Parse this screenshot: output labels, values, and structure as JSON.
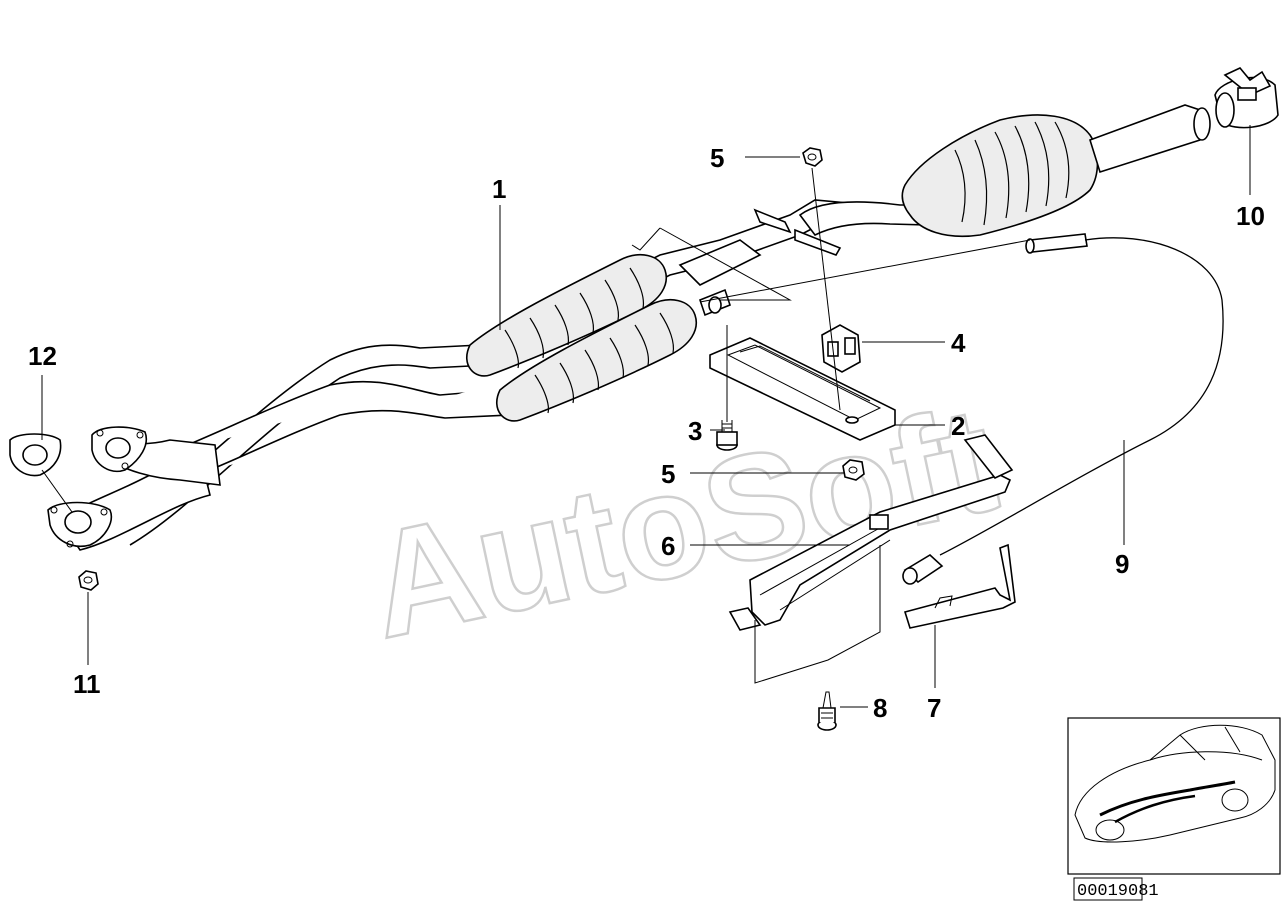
{
  "watermark": "AutoSoft",
  "reference_number": "00019081",
  "callouts": {
    "c1": "1",
    "c2": "2",
    "c3": "3",
    "c4": "4",
    "c5_top": "5",
    "c5_mid": "5",
    "c6": "6",
    "c7": "7",
    "c8": "8",
    "c9": "9",
    "c10": "10",
    "c11": "11",
    "c12": "12"
  }
}
